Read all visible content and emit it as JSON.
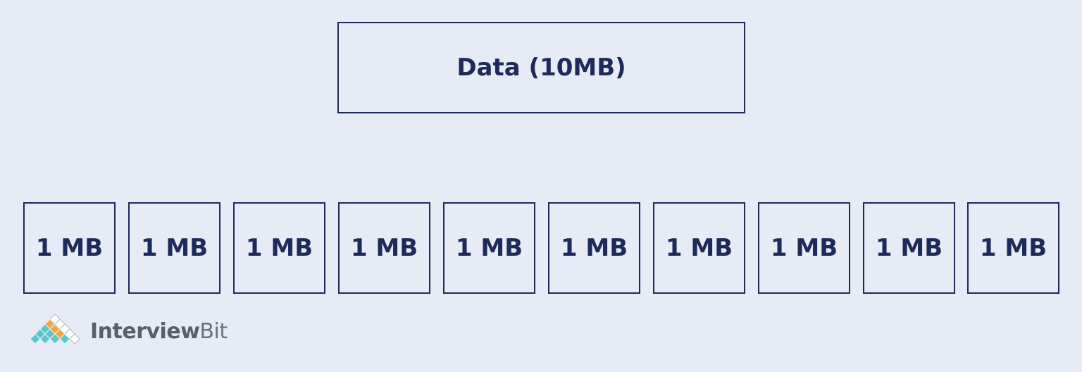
{
  "source": {
    "label": "Data (10MB)"
  },
  "chunks": [
    {
      "label": "1 MB"
    },
    {
      "label": "1 MB"
    },
    {
      "label": "1 MB"
    },
    {
      "label": "1 MB"
    },
    {
      "label": "1 MB"
    },
    {
      "label": "1 MB"
    },
    {
      "label": "1 MB"
    },
    {
      "label": "1 MB"
    },
    {
      "label": "1 MB"
    },
    {
      "label": "1 MB"
    }
  ],
  "branding": {
    "name_part1": "Interview",
    "name_part2": "Bit",
    "logo_icon": "diamond-grid-icon"
  },
  "colors": {
    "background": "#e7ebf6",
    "box_border": "#1d2a5a",
    "text": "#1d2a5a",
    "logo_teal": "#5bc6c9",
    "logo_orange": "#f2a93b",
    "logo_text": "#5a5f6b"
  }
}
